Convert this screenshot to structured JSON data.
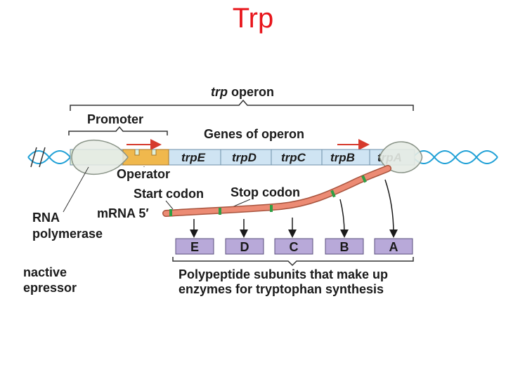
{
  "title": "Trp",
  "labels": {
    "operon": "trp",
    "operon_suffix": " operon",
    "promoter": "Promoter",
    "genes_of_operon": "Genes of operon",
    "operator": "Operator",
    "start_codon": "Start codon",
    "stop_codon": "Stop codon",
    "mrna": "mRNA 5′",
    "rna_polymerase_1": "RNA",
    "rna_polymerase_2": "polymerase",
    "repressor_1": "nactive",
    "repressor_2": "epressor",
    "polypeptide_1": "Polypeptide subunits that make up",
    "polypeptide_2": "enzymes for tryptophan synthesis"
  },
  "genes": [
    "trpE",
    "trpD",
    "trpC",
    "trpB",
    "trpA"
  ],
  "subunits": [
    "E",
    "D",
    "C",
    "B",
    "A"
  ],
  "colors": {
    "title": "#e8151b",
    "dna": "#1fa0d6",
    "gene_band": "#cfe4f3",
    "operator": "#f0b84d",
    "mrna": "#ec8b74",
    "codon_mark": "#2f9e44",
    "subunit_box": "#b8a9d9",
    "arrow": "#d63a2c"
  }
}
